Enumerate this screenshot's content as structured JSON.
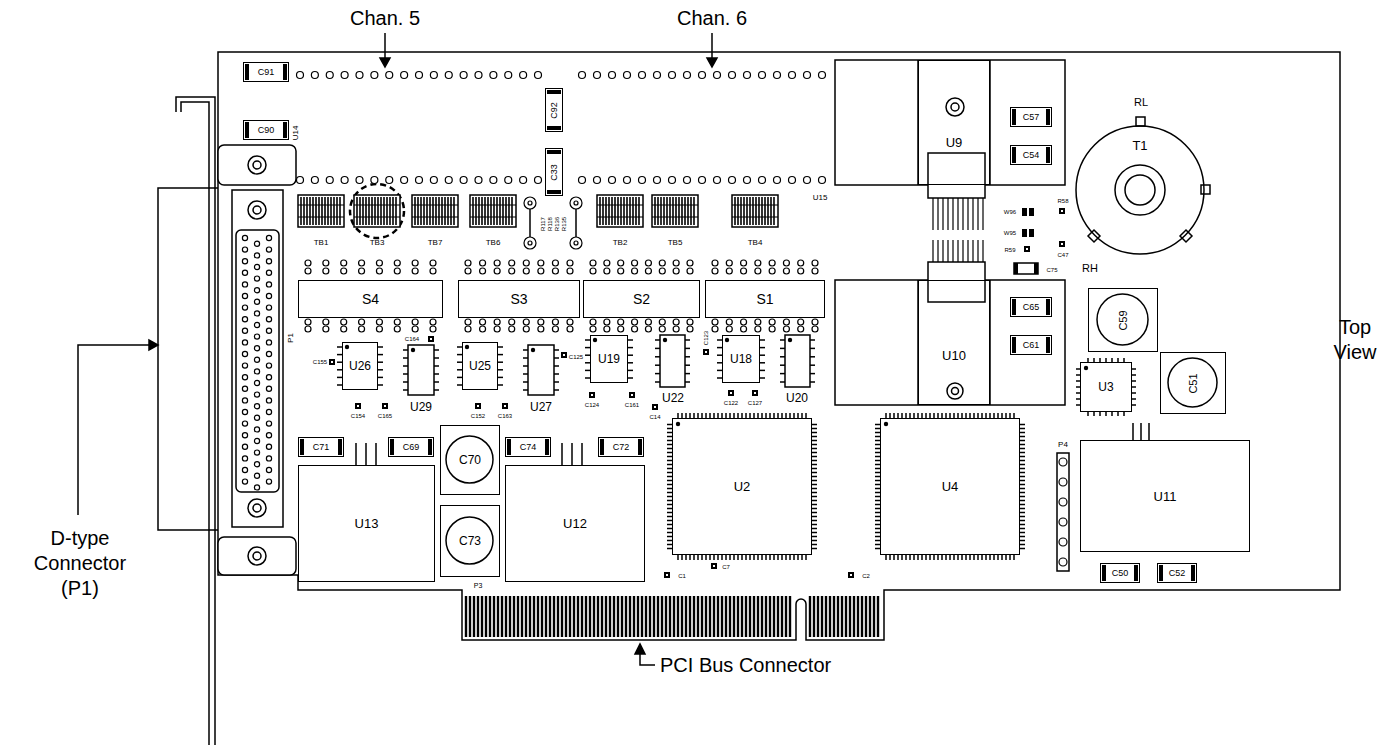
{
  "diagram": {
    "nodes": [
      {
        "text": [
          "C91"
        ]
      },
      {
        "text": [
          "C90"
        ]
      },
      {
        "text": [
          "C92"
        ]
      },
      {
        "text": [
          "C33"
        ]
      },
      {
        "text": [
          "U9"
        ]
      },
      {
        "text": [
          "C57"
        ]
      },
      {
        "text": [
          "C54"
        ]
      },
      {
        "text": [
          "T1"
        ]
      },
      {
        "text": [
          "S4"
        ]
      },
      {
        "text": [
          "S3"
        ]
      },
      {
        "text": [
          "S2"
        ]
      },
      {
        "text": [
          "S1"
        ]
      },
      {
        "text": [
          "U10"
        ]
      },
      {
        "text": [
          "C65"
        ]
      },
      {
        "text": [
          "C61"
        ]
      },
      {
        "text": [
          "C59"
        ]
      },
      {
        "text": [
          "U26"
        ]
      },
      {
        "text": [
          "U25"
        ]
      },
      {
        "text": [
          "U19"
        ]
      },
      {
        "text": [
          "U18"
        ]
      },
      {
        "text": [
          "U3"
        ]
      },
      {
        "text": [
          "C51"
        ]
      },
      {
        "text": [
          "C71"
        ]
      },
      {
        "text": [
          "C69"
        ]
      },
      {
        "text": [
          "C70"
        ]
      },
      {
        "text": [
          "C74"
        ]
      },
      {
        "text": [
          "C72"
        ]
      },
      {
        "text": [
          "U2"
        ]
      },
      {
        "text": [
          "U4"
        ]
      },
      {
        "text": [
          "U11"
        ]
      },
      {
        "text": [
          "U13"
        ]
      },
      {
        "text": [
          "U12"
        ]
      },
      {
        "text": [
          "C73"
        ]
      },
      {
        "text": [
          "C50"
        ]
      },
      {
        "text": [
          "C52"
        ]
      }
    ],
    "labels": [
      "Chan. 5",
      "Chan. 6",
      "U14",
      "U15",
      "RL",
      "TB1",
      "TB3",
      "TB7",
      "TB6",
      "R117",
      "R118",
      "R136",
      "R135",
      "TB2",
      "TB5",
      "TB4",
      "W96",
      "R58",
      "W95",
      "C47",
      "R59",
      "C75",
      "RH",
      "P1",
      "C164",
      "C155",
      "U29",
      "U27",
      "C125",
      "C123",
      "U22",
      "U20",
      "C154",
      "C165",
      "C152",
      "C163",
      "C124",
      "C161",
      "C14",
      "C122",
      "C127",
      "P4",
      "C1",
      "C7",
      "C2",
      "P3",
      "D-type Connector (P1)",
      "PCI Bus Connector",
      "Top View"
    ]
  }
}
